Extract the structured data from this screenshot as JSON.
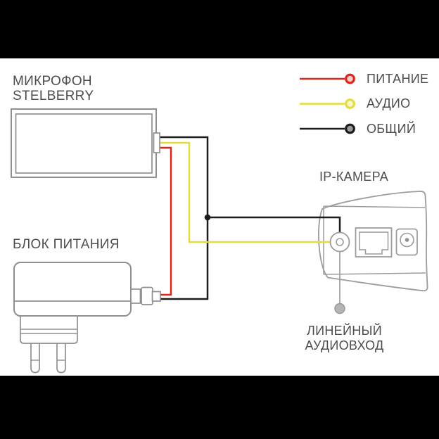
{
  "microphone": {
    "label_line1": "МИКРОФОН",
    "label_line2": "STELBERRY"
  },
  "power_supply": {
    "label": "БЛОК ПИТАНИЯ"
  },
  "camera": {
    "label": "IP-КАМЕРА",
    "audio_input_label_line1": "ЛИНЕЙНЫЙ",
    "audio_input_label_line2": "АУДИОВХОД"
  },
  "legend": {
    "items": [
      {
        "label": "ПИТАНИЕ",
        "wire": "power",
        "color": "#e0241c",
        "dot_fill": "#f6cfc9"
      },
      {
        "label": "АУДИО",
        "wire": "audio",
        "color": "#e4dc3e",
        "dot_fill": "#faf7cf"
      },
      {
        "label": "ОБЩИЙ",
        "wire": "ground",
        "color": "#1c1c1c",
        "dot_fill": "#9a9a9a"
      }
    ]
  },
  "wires": {
    "power_color": "#e0241c",
    "audio_color": "#e4dc3e",
    "ground_color": "#1c1c1c"
  },
  "style": {
    "pointer_ball_fill": "#b5b5b5",
    "pointer_ball_stroke": "#9a9a9a"
  }
}
